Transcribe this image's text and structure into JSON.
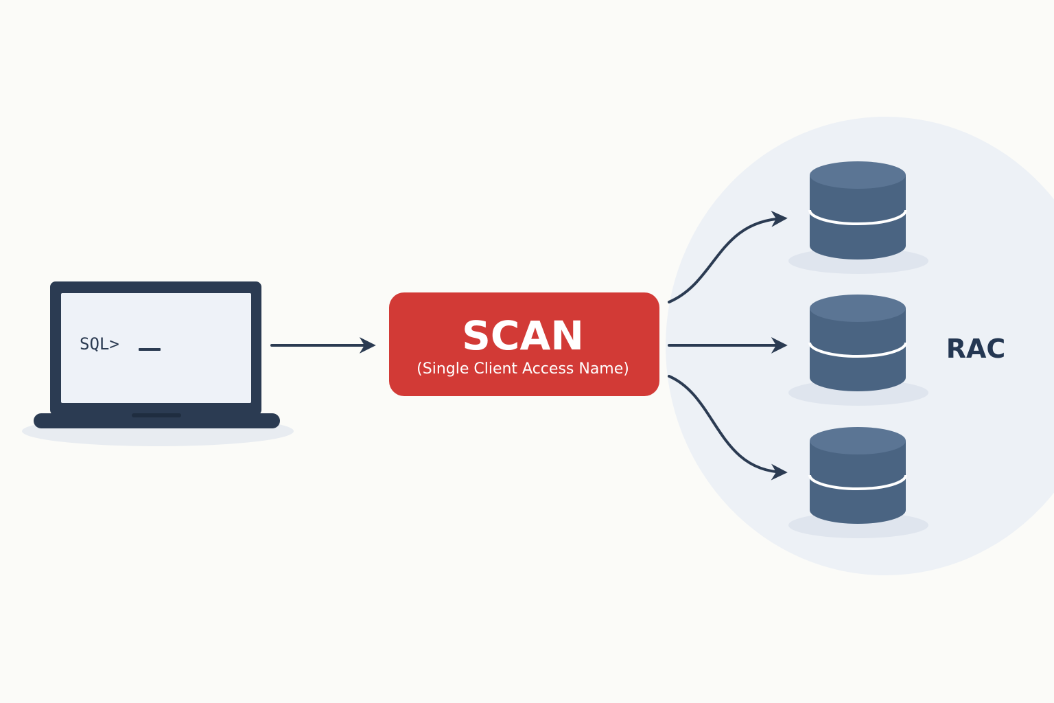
{
  "client": {
    "prompt": "SQL>"
  },
  "scan": {
    "title": "SCAN",
    "subtitle": "(Single Client Access Name)"
  },
  "cluster": {
    "label": "RAC",
    "node_count": 3
  },
  "colors": {
    "background": "#fbfbf8",
    "dark_navy": "#2b3b52",
    "scan_red": "#d23a36",
    "cluster_bg": "#edf1f6",
    "database": "#4a6482"
  },
  "icons": [
    "laptop-icon",
    "database-icon"
  ]
}
